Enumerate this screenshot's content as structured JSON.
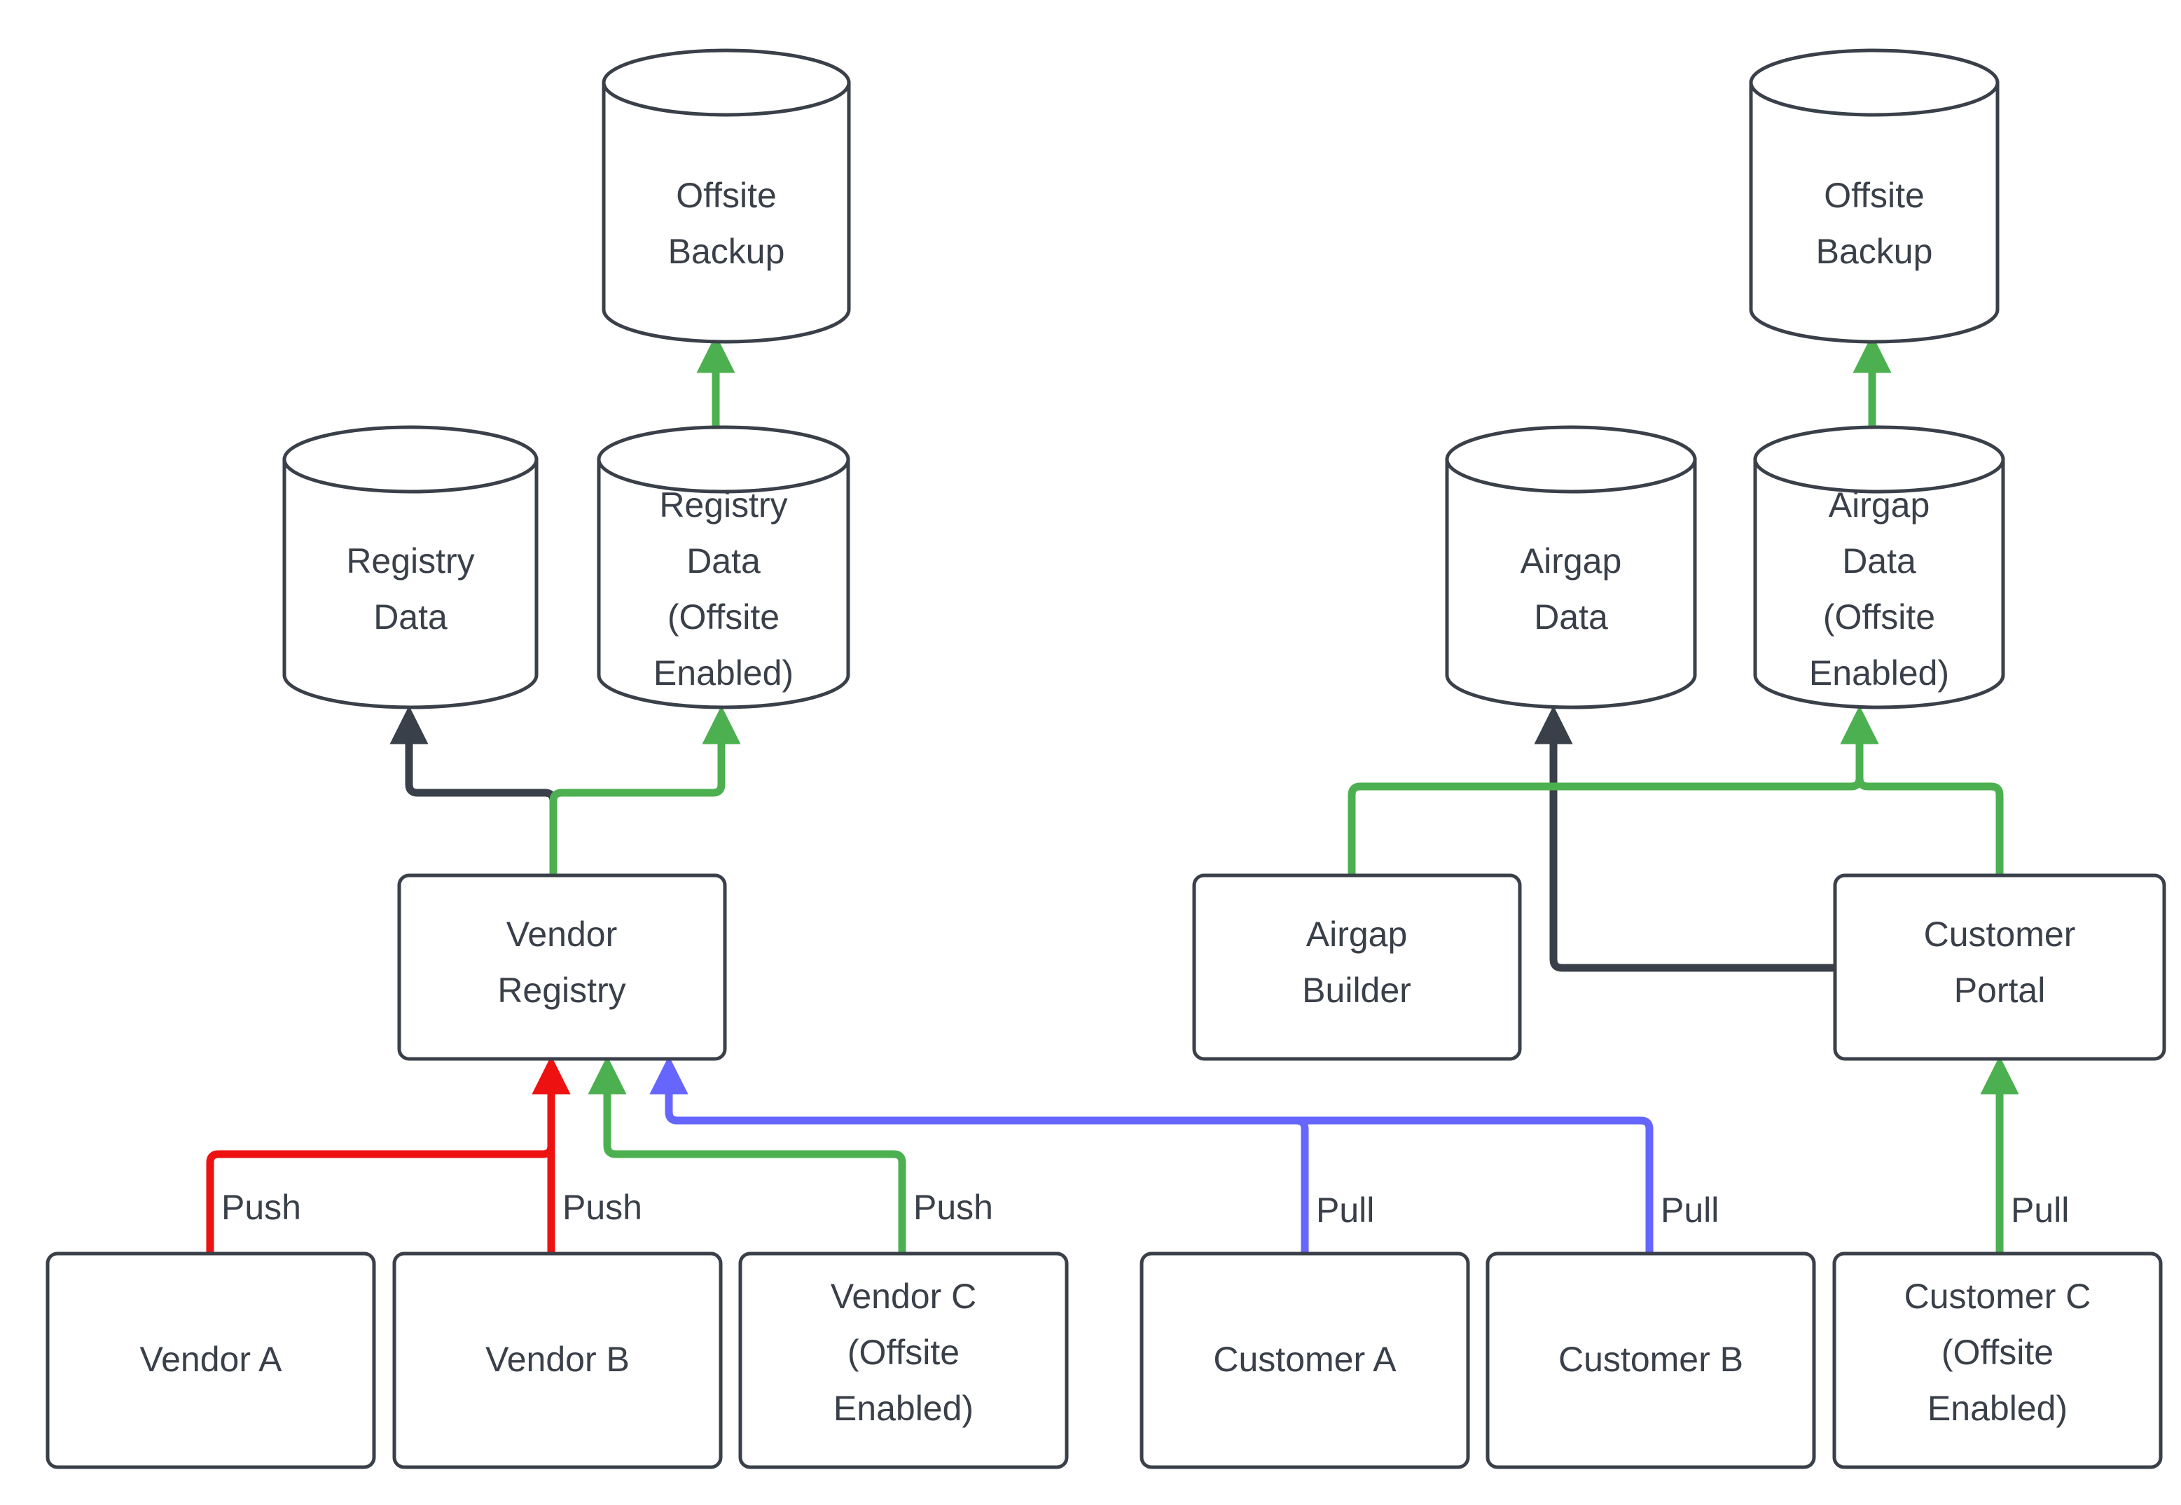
{
  "diagram": {
    "title": "Vendor Registry / Airgap Backup Data Flow",
    "colors": {
      "stroke_dark": "#3a4049",
      "edge_dark": "#3a4049",
      "edge_green": "#4cb050",
      "edge_red": "#ee1111",
      "edge_blue": "#6666ff",
      "node_fill": "#ffffff",
      "background": "#ffffff"
    },
    "nodes": {
      "offsite_backup_left": {
        "label": "Offsite\nBackup",
        "line1": "Offsite",
        "line2": "Backup",
        "shape": "cylinder"
      },
      "offsite_backup_right": {
        "label": "Offsite\nBackup",
        "line1": "Offsite",
        "line2": "Backup",
        "shape": "cylinder"
      },
      "registry_data": {
        "line1": "Registry",
        "line2": "Data",
        "shape": "cylinder"
      },
      "registry_data_offsite": {
        "line1": "Registry",
        "line2": "Data",
        "line3": "(Offsite",
        "line4": "Enabled)",
        "shape": "cylinder"
      },
      "airgap_data": {
        "line1": "Airgap",
        "line2": "Data",
        "shape": "cylinder"
      },
      "airgap_data_offsite": {
        "line1": "Airgap",
        "line2": "Data",
        "line3": "(Offsite",
        "line4": "Enabled)",
        "shape": "cylinder"
      },
      "vendor_registry": {
        "line1": "Vendor",
        "line2": "Registry",
        "shape": "box"
      },
      "airgap_builder": {
        "line1": "Airgap",
        "line2": "Builder",
        "shape": "box"
      },
      "customer_portal": {
        "line1": "Customer",
        "line2": "Portal",
        "shape": "box"
      },
      "vendor_a": {
        "line1": "Vendor A",
        "shape": "box"
      },
      "vendor_b": {
        "line1": "Vendor B",
        "shape": "box"
      },
      "vendor_c": {
        "line1": "Vendor C",
        "line2": "(Offsite",
        "line3": "Enabled)",
        "shape": "box"
      },
      "customer_a": {
        "line1": "Customer A",
        "shape": "box"
      },
      "customer_b": {
        "line1": "Customer B",
        "shape": "box"
      },
      "customer_c": {
        "line1": "Customer C",
        "line2": "(Offsite",
        "line3": "Enabled)",
        "shape": "box"
      }
    },
    "edge_labels": {
      "push_a": "Push",
      "push_b": "Push",
      "push_c": "Push",
      "pull_a": "Pull",
      "pull_b": "Pull",
      "pull_c": "Pull"
    },
    "edges": [
      {
        "from": "vendor_a",
        "to": "vendor_registry",
        "label": "Push",
        "color": "#ee1111"
      },
      {
        "from": "vendor_b",
        "to": "vendor_registry",
        "label": "Push",
        "color": "#ee1111"
      },
      {
        "from": "vendor_c",
        "to": "vendor_registry",
        "label": "Push",
        "color": "#4cb050"
      },
      {
        "from": "customer_a",
        "to": "vendor_registry",
        "label": "Pull",
        "color": "#6666ff"
      },
      {
        "from": "customer_b",
        "to": "vendor_registry",
        "label": "Pull",
        "color": "#6666ff"
      },
      {
        "from": "customer_c",
        "to": "customer_portal",
        "label": "Pull",
        "color": "#4cb050"
      },
      {
        "from": "vendor_registry",
        "to": "registry_data",
        "label": "",
        "color": "#3a4049"
      },
      {
        "from": "vendor_registry",
        "to": "registry_data_offsite",
        "label": "",
        "color": "#4cb050"
      },
      {
        "from": "registry_data_offsite",
        "to": "offsite_backup_left",
        "label": "",
        "color": "#4cb050"
      },
      {
        "from": "customer_portal",
        "to": "airgap_data",
        "label": "",
        "color": "#3a4049"
      },
      {
        "from": "airgap_builder",
        "to": "airgap_data_offsite",
        "label": "",
        "color": "#4cb050"
      },
      {
        "from": "customer_portal",
        "to": "airgap_data_offsite",
        "label": "",
        "color": "#4cb050"
      },
      {
        "from": "airgap_data_offsite",
        "to": "offsite_backup_right",
        "label": "",
        "color": "#4cb050"
      }
    ]
  }
}
